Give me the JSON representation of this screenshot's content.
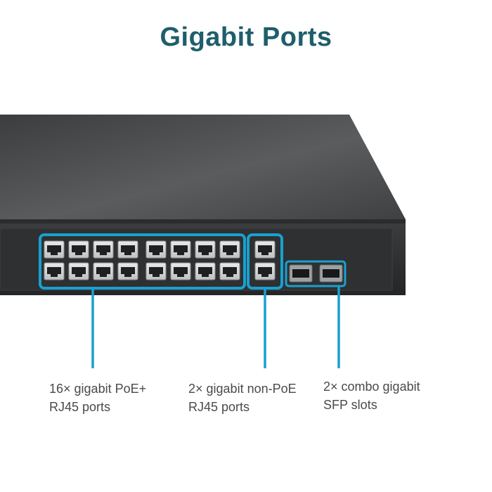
{
  "title": "Gigabit Ports",
  "colors": {
    "title": "#1f5e6b",
    "highlight": "#1aa0cf",
    "switch_body": "#4a4c4e",
    "front_panel": "#2c2e30",
    "label_text": "#4a4a4a"
  },
  "callouts": [
    {
      "line1": "16× gigabit PoE+",
      "line2": "RJ45 ports"
    },
    {
      "line1": "2× gigabit non-PoE",
      "line2": "RJ45 ports"
    },
    {
      "line1": "2× combo gigabit",
      "line2": "SFP slots"
    }
  ],
  "ports": {
    "poe_rj45_count": 16,
    "non_poe_rj45_count": 2,
    "sfp_slot_count": 2
  }
}
